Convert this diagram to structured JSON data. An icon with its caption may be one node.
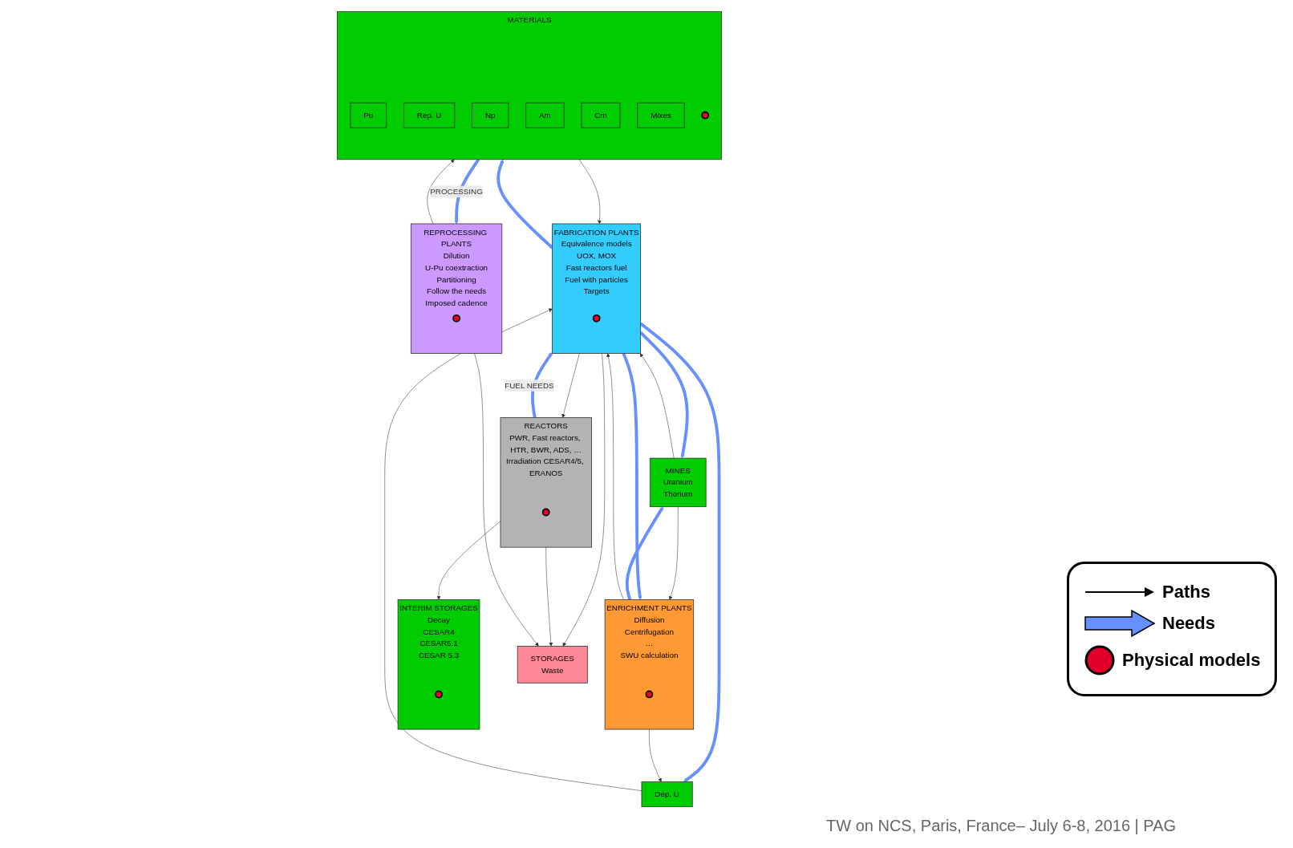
{
  "diagram": {
    "nodes": [
      {
        "text": [
          "FABRICATION PLANTS",
          "Equivalence models",
          "UOX, MOX",
          "Fast reactors fuel",
          "Fuel with particles",
          "Targets"
        ]
      },
      {
        "text": [],
        "shape": "circle",
        "in": 0
      },
      {
        "text": [
          "REACTORS",
          "PWR, Fast reactors, HTR, BWR, ADS, …",
          "Irradiation CESAR4/5, ERANOS"
        ]
      },
      {
        "text": [],
        "shape": "circle",
        "in": 2
      },
      {
        "text": [
          "INTERIM STORAGES",
          "Decay",
          "CESAR4",
          "CESAR5.1",
          "CESAR 5.3"
        ]
      },
      {
        "text": [],
        "shape": "circle",
        "in": 4
      },
      {
        "text": [
          "MINES",
          "Uranium",
          "Thorium"
        ]
      },
      {
        "text": [
          "STORAGES",
          "Waste"
        ]
      },
      {
        "text": [
          "REPROCESSING PLANTS",
          "Dilution",
          "U-Pu coextraction",
          "Partitioning",
          "Follow the needs",
          "Imposed cadence"
        ]
      },
      {
        "text": [],
        "shape": "circle",
        "in": 8
      },
      {
        "text": [
          "ENRICHMENT PLANTS",
          "Diffusion",
          "Centrifugation",
          "…",
          "SWU calculation"
        ]
      },
      {
        "text": [],
        "shape": "circle",
        "in": 10
      },
      {
        "text": [
          "Dep. U"
        ]
      },
      {
        "text": [
          "MATERIALS"
        ]
      },
      {
        "text": [
          "Pu"
        ],
        "in": 13
      },
      {
        "text": [
          "Rep. U"
        ],
        "in": 13
      },
      {
        "text": [
          "Np"
        ],
        "in": 13
      },
      {
        "text": [
          "Am"
        ],
        "in": 13
      },
      {
        "text": [
          "Cm"
        ],
        "in": 13
      },
      {
        "text": [
          "Mixes"
        ],
        "in": 13
      },
      {
        "text": [],
        "shape": "circle",
        "in": 13
      }
    ],
    "edges": [
      {
        "from": 2,
        "to": 0,
        "arrow": "to",
        "label": "FUEL NEEDS",
        "style": "thick",
        "color": "#6690ff"
      },
      {
        "from": 0,
        "to": 2,
        "arrow": "to"
      },
      {
        "from": 2,
        "to": 4,
        "arrow": "to"
      },
      {
        "from": 0,
        "to": 7,
        "arrow": "to"
      },
      {
        "from": 2,
        "to": 7,
        "arrow": "to"
      },
      {
        "from": 0,
        "to": 6,
        "arrow": "to",
        "style": "thick",
        "color": "#6690ff"
      },
      {
        "from": 6,
        "to": 0,
        "arrow": "to"
      },
      {
        "from": 6,
        "to": 10,
        "arrow": "to"
      },
      {
        "from": 10,
        "to": 6,
        "arrow": "to",
        "style": "thick",
        "color": "#6690ff"
      },
      {
        "from": 0,
        "to": 10,
        "arrow": "to",
        "style": "thick",
        "color": "#6690ff"
      },
      {
        "from": 10,
        "to": 0,
        "arrow": "to"
      },
      {
        "from": 12,
        "to": 0,
        "arrow": "to"
      },
      {
        "from": 0,
        "to": 12,
        "arrow": "to",
        "style": "thick",
        "color": "#6690ff"
      },
      {
        "from": 0,
        "to": 13,
        "arrow": "to",
        "style": "thick",
        "color": "#6690ff"
      },
      {
        "from": 13,
        "to": 0,
        "arrow": "to"
      },
      {
        "from": 10,
        "to": 12,
        "arrow": "to"
      },
      {
        "from": 13,
        "to": 8,
        "arrow": "to",
        "label": "PROCESSING",
        "style": "thick",
        "color": "#6690ff"
      },
      {
        "from": 8,
        "to": 13,
        "arrow": "to"
      },
      {
        "from": 8,
        "to": 7,
        "arrow": "to"
      }
    ],
    "labels": [
      "TW on NCS, Paris, France– July 6-8, 2016 | PAG"
    ],
    "legend": [
      {
        "text": "Paths"
      },
      {
        "text": "Needs"
      },
      {
        "text": "Physical models",
        "color": "#e0002a"
      }
    ]
  }
}
